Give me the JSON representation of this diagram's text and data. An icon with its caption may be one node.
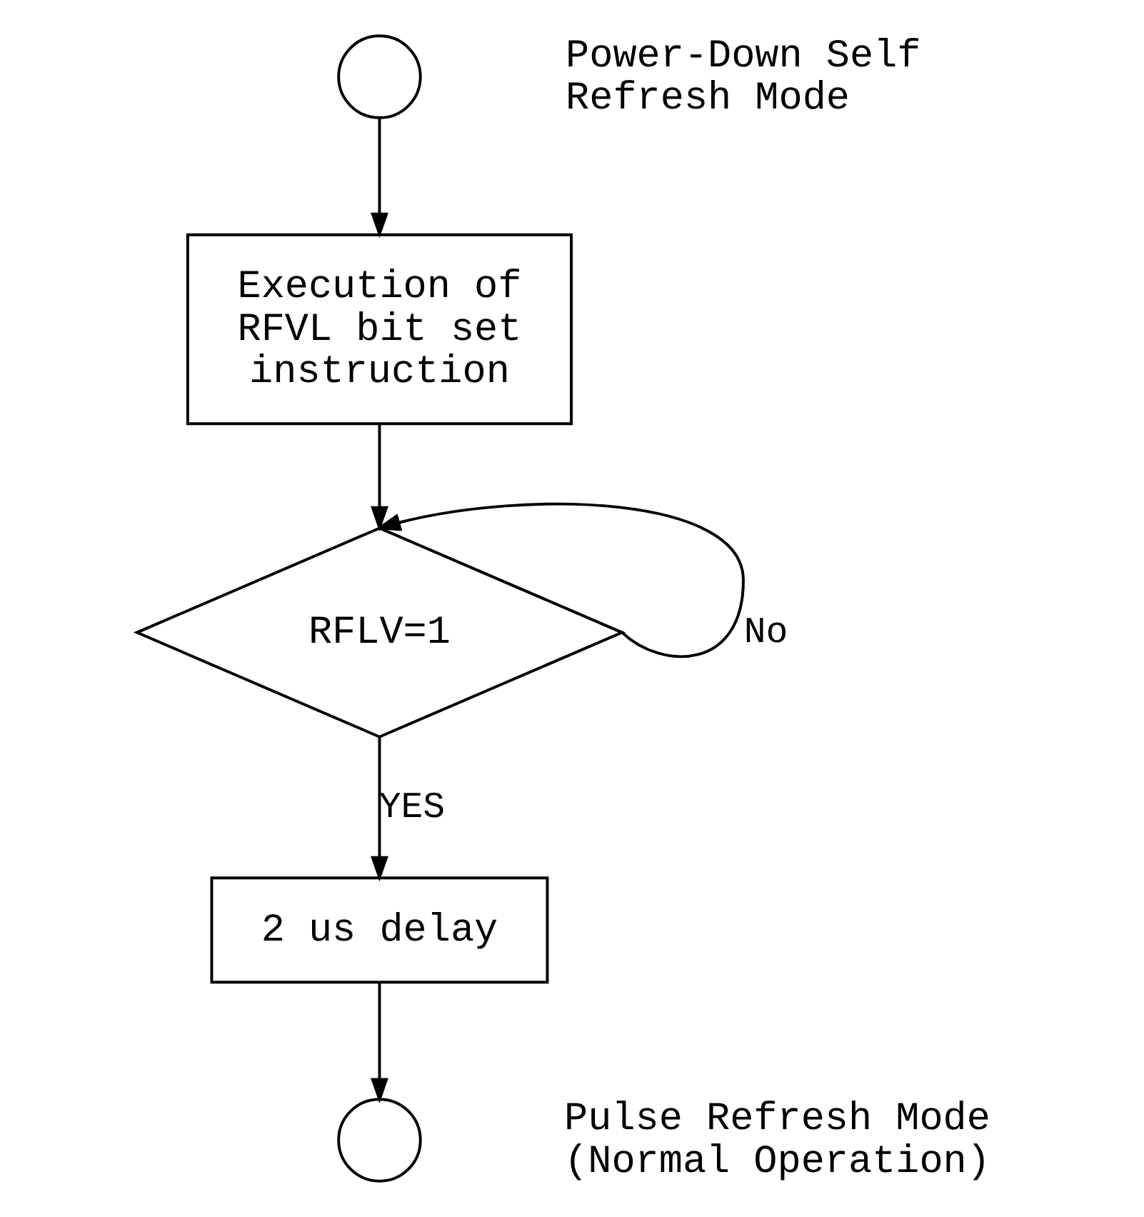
{
  "diagram": {
    "nodes": [
      {
        "text": [],
        "shape": "circle",
        "beside": [
          "Power-Down Self Refresh Mode"
        ]
      },
      {
        "text": [
          "Execution of RFVL bit set instruction"
        ]
      },
      {
        "text": [
          "RFLV=1"
        ]
      },
      {
        "text": [
          "2 us delay"
        ]
      },
      {
        "text": [],
        "shape": "circle",
        "beside": [
          "Pulse Refresh Mode (Normal Operation)"
        ]
      }
    ],
    "edges": [
      {
        "from": 0,
        "to": 1,
        "arrow": "to"
      },
      {
        "from": 1,
        "to": 2,
        "arrow": "to"
      },
      {
        "from": 2,
        "to": 2,
        "arrow": "to",
        "label": "No"
      },
      {
        "from": 2,
        "to": 3,
        "arrow": "to",
        "label": "YES"
      },
      {
        "from": 3,
        "to": 4,
        "arrow": "to"
      }
    ]
  }
}
